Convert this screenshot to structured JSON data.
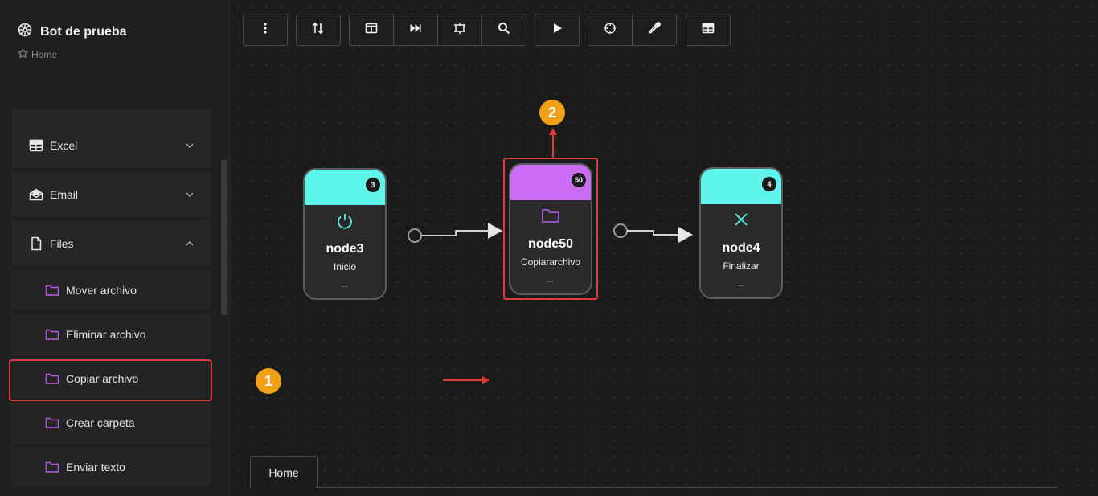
{
  "app": {
    "title": "Bot de prueba",
    "breadcrumb": "Home"
  },
  "sidebar": {
    "categories": [
      {
        "label": "Excel",
        "expanded": false
      },
      {
        "label": "Email",
        "expanded": false
      },
      {
        "label": "Files",
        "expanded": true
      }
    ],
    "file_items": [
      {
        "label": "Mover archivo"
      },
      {
        "label": "Eliminar archivo"
      },
      {
        "label": "Copiar archivo"
      },
      {
        "label": "Crear carpeta"
      },
      {
        "label": "Enviar texto"
      }
    ]
  },
  "nodes": [
    {
      "id": "3",
      "title": "node3",
      "subtitle": "Inicio",
      "more": "...",
      "color": "#5ef5ea",
      "icon": "power-icon"
    },
    {
      "id": "50",
      "title": "node50",
      "subtitle": "Copiararchivo",
      "more": "...",
      "color": "#cc6cf5",
      "icon": "folder-icon"
    },
    {
      "id": "4",
      "title": "node4",
      "subtitle": "Finalizar",
      "more": "...",
      "color": "#5ef5ea",
      "icon": "close-icon"
    }
  ],
  "annotations": {
    "step1": "1",
    "step2": "2"
  },
  "tabs": [
    {
      "label": "Home",
      "active": true
    }
  ],
  "colors": {
    "highlight": "#e03a3a",
    "step_badge": "#f2a017",
    "folder": "#b35ee8",
    "accent": "#5ef5ea"
  }
}
